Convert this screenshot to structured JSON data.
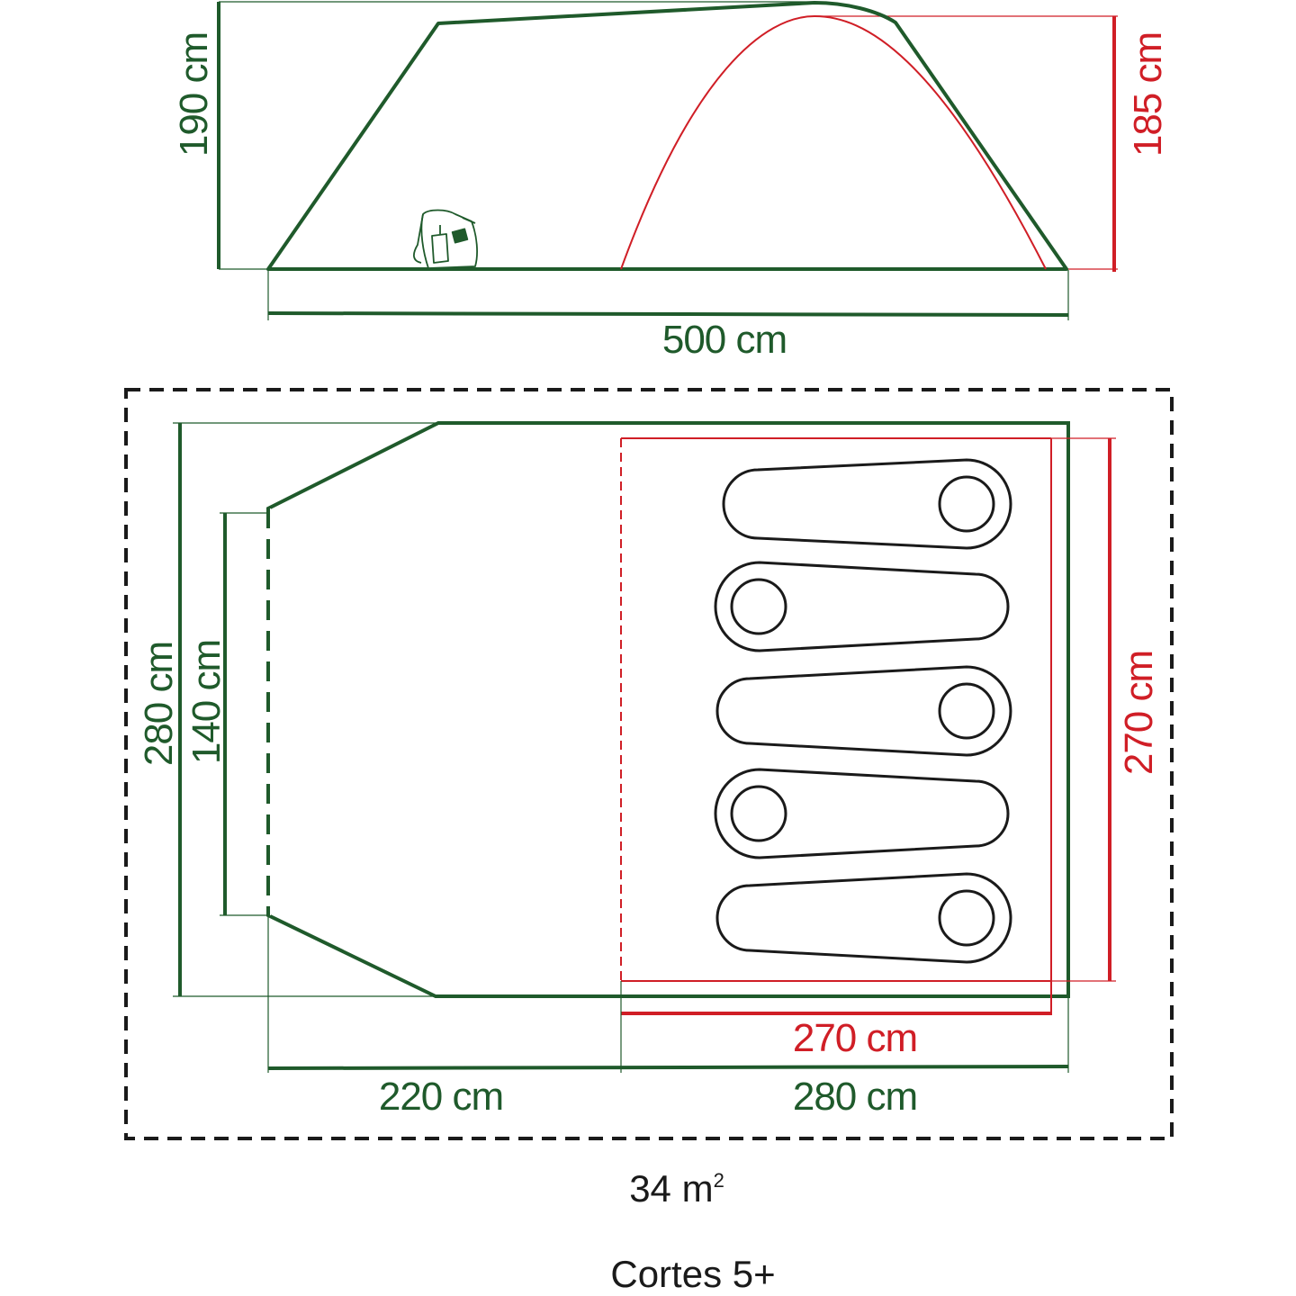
{
  "colors": {
    "green": "#1f5a2b",
    "red": "#d01e26",
    "black": "#1a1a1a"
  },
  "side_view": {
    "height_outer": "190 cm",
    "height_inner": "185 cm",
    "length": "500 cm",
    "icon": "backpack-icon"
  },
  "floor_plan": {
    "width_outer": "280 cm",
    "door_width": "140 cm",
    "inner_width": "270 cm",
    "inner_length": "270 cm",
    "porch_length": "220 cm",
    "bedroom_length": "280 cm",
    "sleeping_bags": 5
  },
  "footprint_area": {
    "value": "34 m",
    "exponent": "2"
  },
  "product_name": "Cortes 5+"
}
